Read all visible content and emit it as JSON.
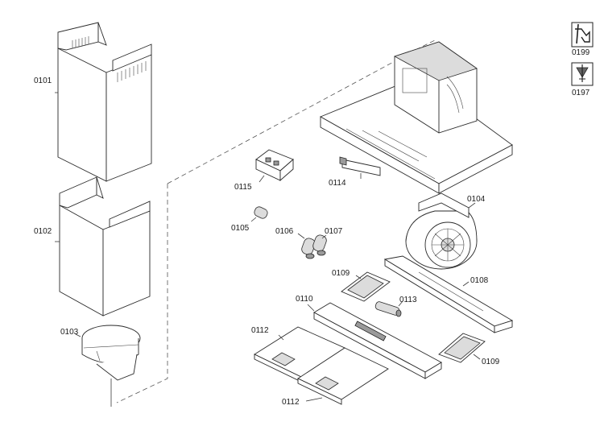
{
  "parts": {
    "p0101": "0101",
    "p0102": "0102",
    "p0103": "0103",
    "p0104": "0104",
    "p0105": "0105",
    "p0106": "0106",
    "p0107": "0107",
    "p0108": "0108",
    "p0109a": "0109",
    "p0109b": "0109",
    "p0110": "0110",
    "p0112a": "0112",
    "p0112b": "0112",
    "p0113": "0113",
    "p0114": "0114",
    "p0115": "0115"
  },
  "legend": {
    "wrench_code": "0199",
    "screw_code": "0197",
    "wrench_icon": "wrench-icon",
    "screw_icon": "screw-icon"
  }
}
